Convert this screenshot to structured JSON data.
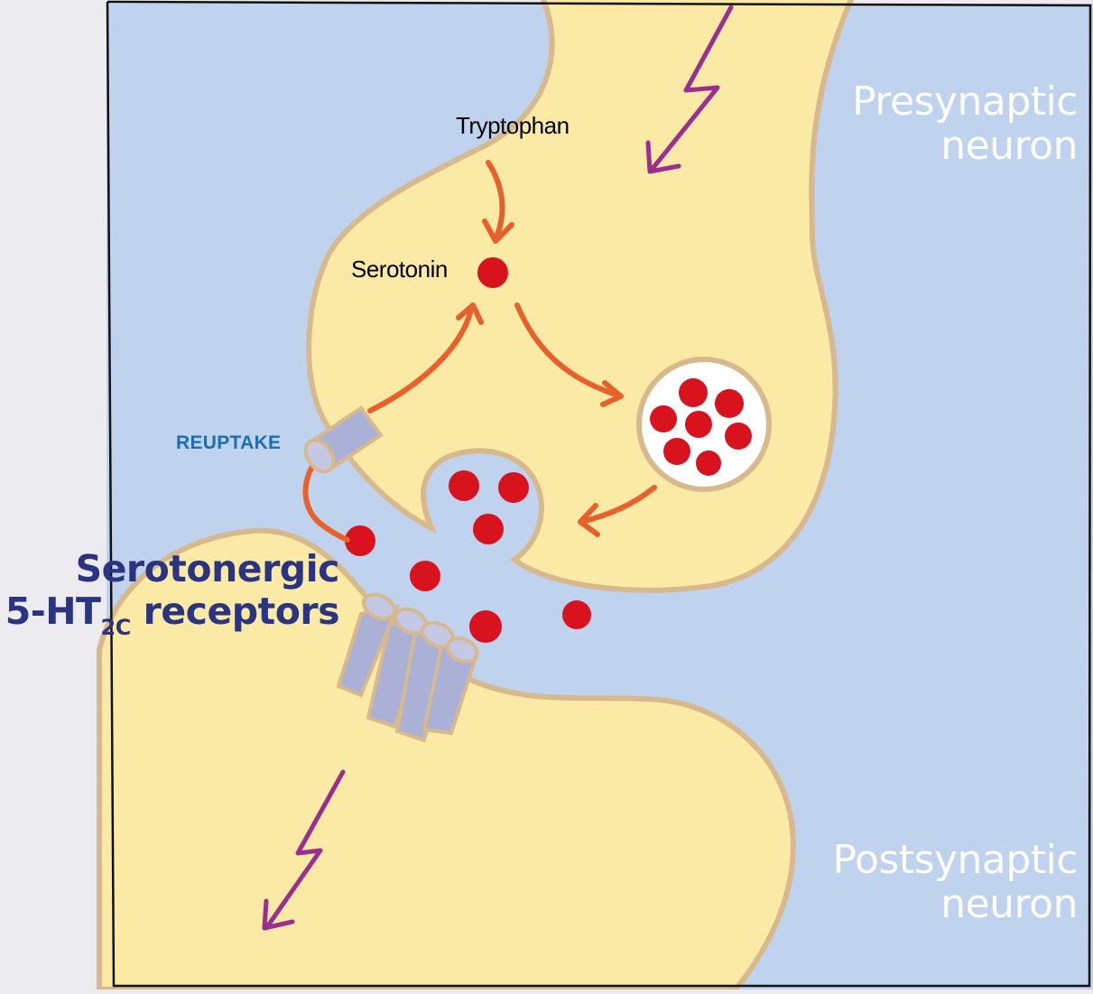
{
  "labels": {
    "tryptophan": "Tryptophan",
    "serotonin": "Serotonin",
    "reuptake": "REUPTAKE",
    "presynaptic_line1": "Presynaptic",
    "presynaptic_line2": "neuron",
    "postsynaptic_line1": "Postsynaptic",
    "postsynaptic_line2": "neuron",
    "receptor_line1": "Serotonergic",
    "receptor_line2_prefix": "5-HT",
    "receptor_line2_sub": "2C",
    "receptor_line2_suffix": " receptors"
  },
  "colors": {
    "synaptic_space": "#bfd2ee",
    "neuron_fill": "#fbe9a6",
    "neuron_outline": "#d7b98d",
    "serotonin": "#d8131d",
    "pathway_arrow": "#e8602a",
    "signal_arrow": "#9b2f8e",
    "transporter": "#aab0d6",
    "reuptake_text": "#1d6fb5",
    "receptor_text": "#2b3480",
    "frame": "#111111"
  },
  "icons": {
    "signal": "lightning-arrow-icon",
    "transporter": "reuptake-transporter-icon",
    "receptor": "receptor-channel-icon"
  }
}
